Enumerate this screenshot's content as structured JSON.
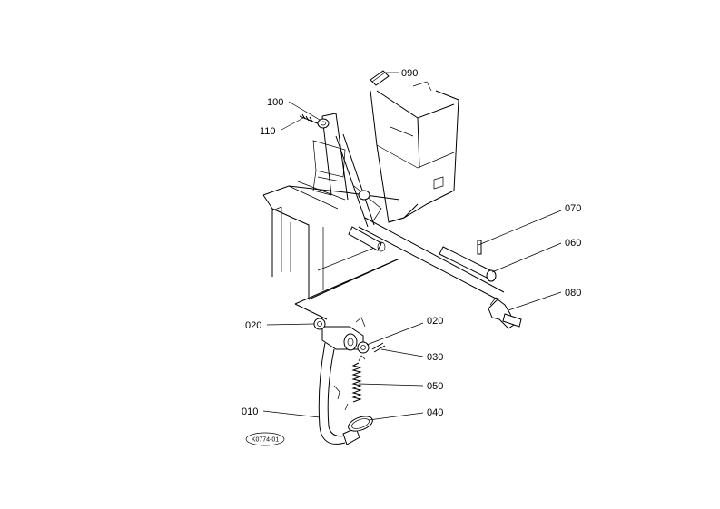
{
  "callouts": {
    "p090": "090",
    "p100": "100",
    "p110": "110",
    "p070": "070",
    "p060": "060",
    "p080": "080",
    "p020a": "020",
    "p020b": "020",
    "p030": "030",
    "p050": "050",
    "p010": "010",
    "p040": "040"
  },
  "figure_code": "K0774-01"
}
